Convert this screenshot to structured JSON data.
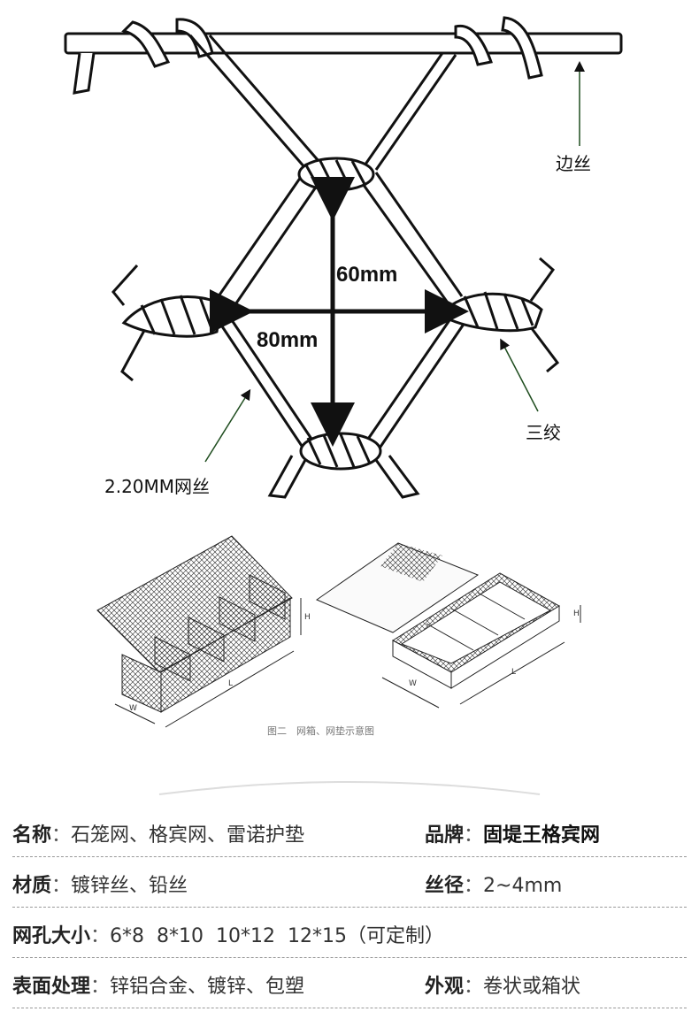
{
  "diagram": {
    "labels": {
      "edge_wire": "边丝",
      "dim_height": "60mm",
      "dim_width": "80mm",
      "triple_twist": "三绞",
      "mesh_wire": "2.20MM网丝"
    },
    "figure_caption": "图二　网箱、网垫示意图",
    "box_dims": {
      "height": "H",
      "width": "W",
      "length": "L"
    }
  },
  "specs": {
    "rows": [
      {
        "k1": "名称",
        "v1": "石笼网、格宾网、雷诺护垫",
        "k2": "品牌",
        "v2": "固堤王格宾网"
      },
      {
        "k1": "材质",
        "v1": "镀锌丝、铅丝",
        "k2": "丝径",
        "v2": "2~4mm"
      },
      {
        "k1": "网孔大小",
        "v1": "6*8  8*10  10*12  12*15（可定制）"
      },
      {
        "k1": "表面处理",
        "v1": "锌铝合金、镀锌、包塑",
        "k2": "外观",
        "v2": "卷状或箱状"
      }
    ]
  },
  "colors": {
    "line": "#1a1a1a",
    "arrow_green": "#1f4d1f"
  }
}
